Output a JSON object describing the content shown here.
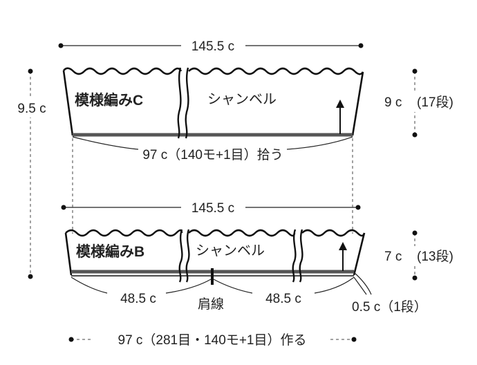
{
  "top_piece": {
    "width_label": "145.5 c",
    "height_label": "9.5 c",
    "pattern_label": "模様編みC",
    "yarn_label": "シャンベル",
    "rows_cm": "9 c",
    "rows_count": "(17段)",
    "pickup_label": "97 c（140モ+1目）拾う"
  },
  "bottom_piece": {
    "width_label": "145.5 c",
    "pattern_label": "模様編みB",
    "yarn_label": "シャンベル",
    "rows_cm": "7 c",
    "rows_count": "(13段)",
    "left_half": "48.5 c",
    "right_half": "48.5 c",
    "shoulder_label": "肩線",
    "edge_label": "0.5 c（1段）",
    "cast_on_label": "97 c（281目・140モ+1目）作る"
  }
}
